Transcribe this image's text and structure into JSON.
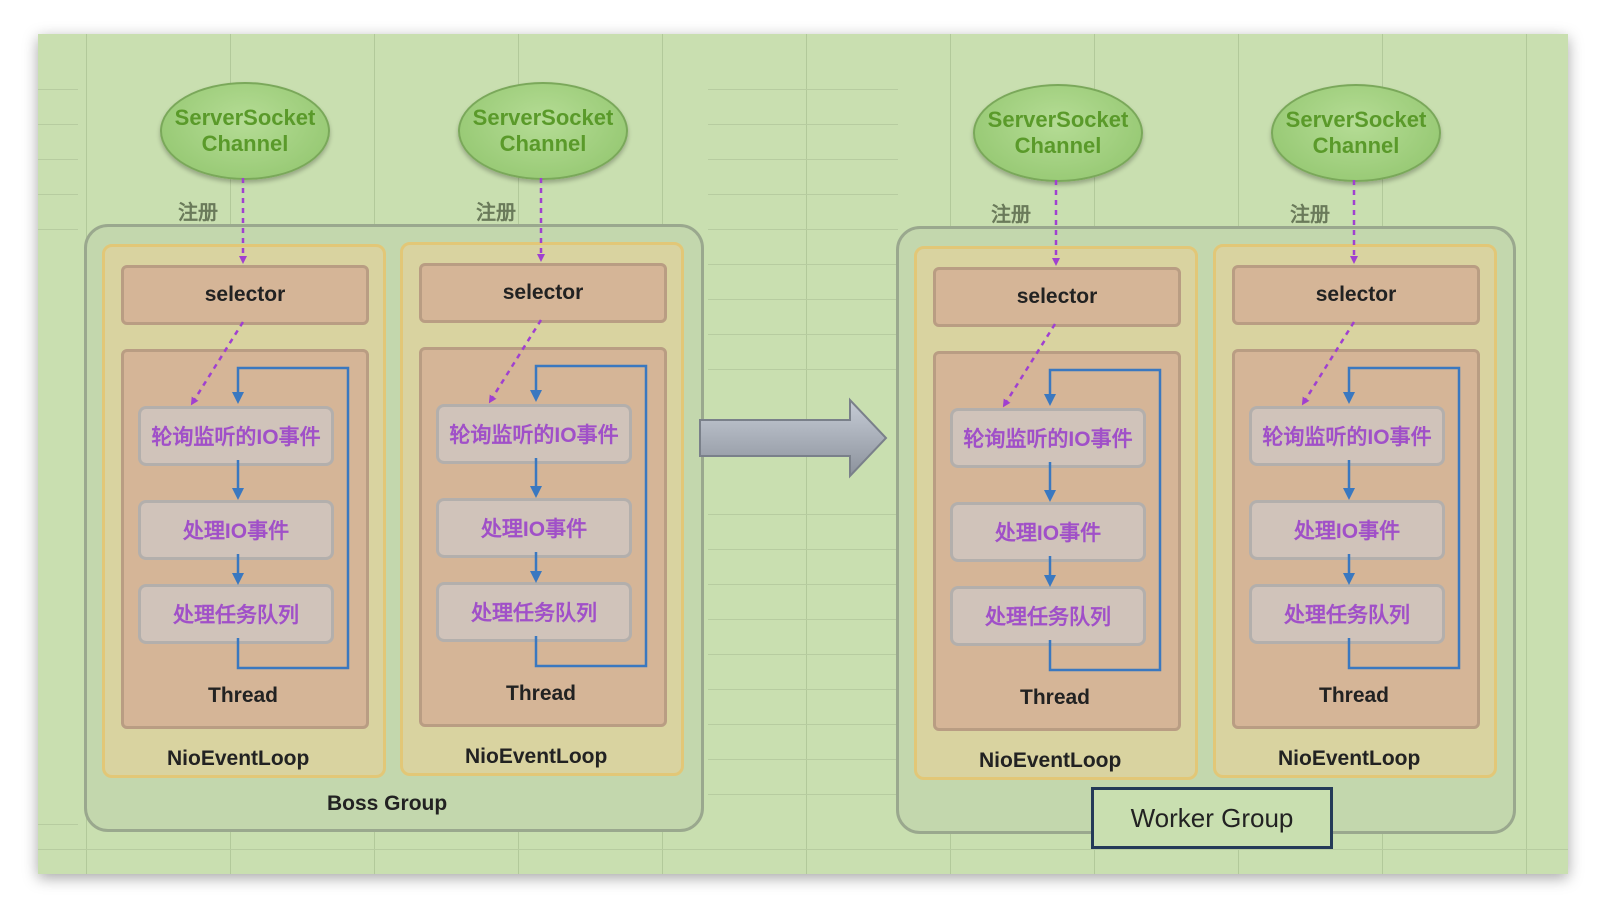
{
  "channel_line1": "ServerSocket",
  "channel_line2": "Channel",
  "register_label": "注册",
  "selector_label": "selector",
  "steps": [
    "轮询监听的IO事件",
    "处理IO事件",
    "处理任务队列"
  ],
  "thread_label": "Thread",
  "event_loop_label": "NioEventLoop",
  "boss_group_label": "Boss Group",
  "worker_group_label": "Worker Group",
  "colors": {
    "background": "#c9dfb0",
    "channel_fill": "#a3d17f",
    "channel_text": "#5a9a2a",
    "event_loop_border": "#e2c777",
    "selector_fill": "#d5b597",
    "step_text": "#a050c8",
    "loop_arrow": "#3a78c0",
    "register_arrow": "#a040d0",
    "transition_arrow": "#a4aab4"
  }
}
